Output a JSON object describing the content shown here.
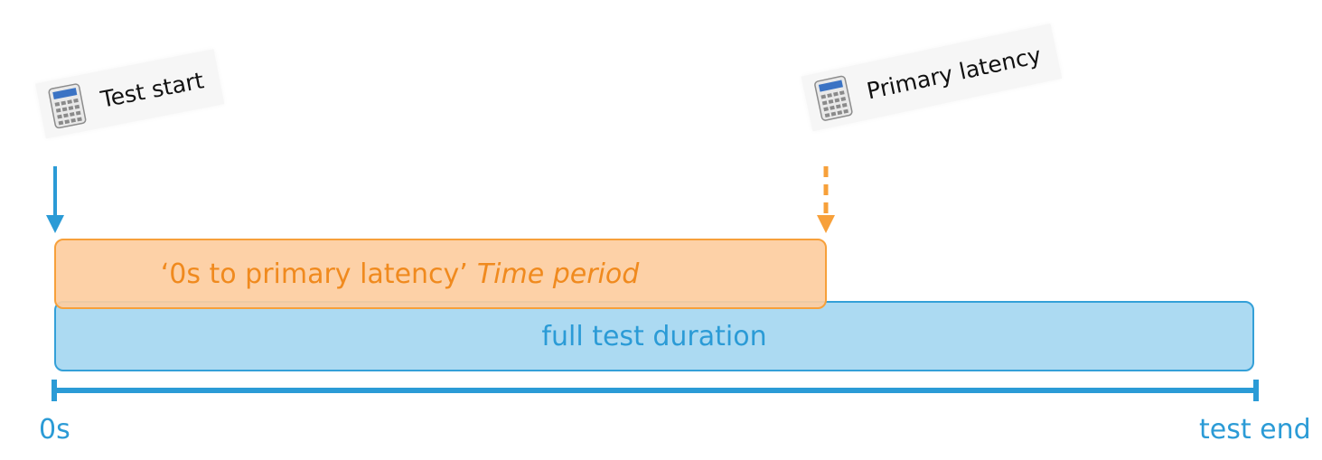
{
  "markers": {
    "start": {
      "label": "Test start",
      "icon": "calculator-icon"
    },
    "primary": {
      "label": "Primary latency",
      "icon": "calculator-icon"
    }
  },
  "bars": {
    "period": {
      "label_main": "‘0s to primary latency’",
      "label_italic": "Time period"
    },
    "full": {
      "label": "full test duration"
    }
  },
  "axis": {
    "start_label": "0s",
    "end_label": "test end"
  },
  "colors": {
    "blue": "#2b9bd6",
    "blue_fill": "#acdaf2",
    "orange": "#f7a03a",
    "orange_fill": "#fdcda0",
    "orange_text": "#f08a1e"
  }
}
